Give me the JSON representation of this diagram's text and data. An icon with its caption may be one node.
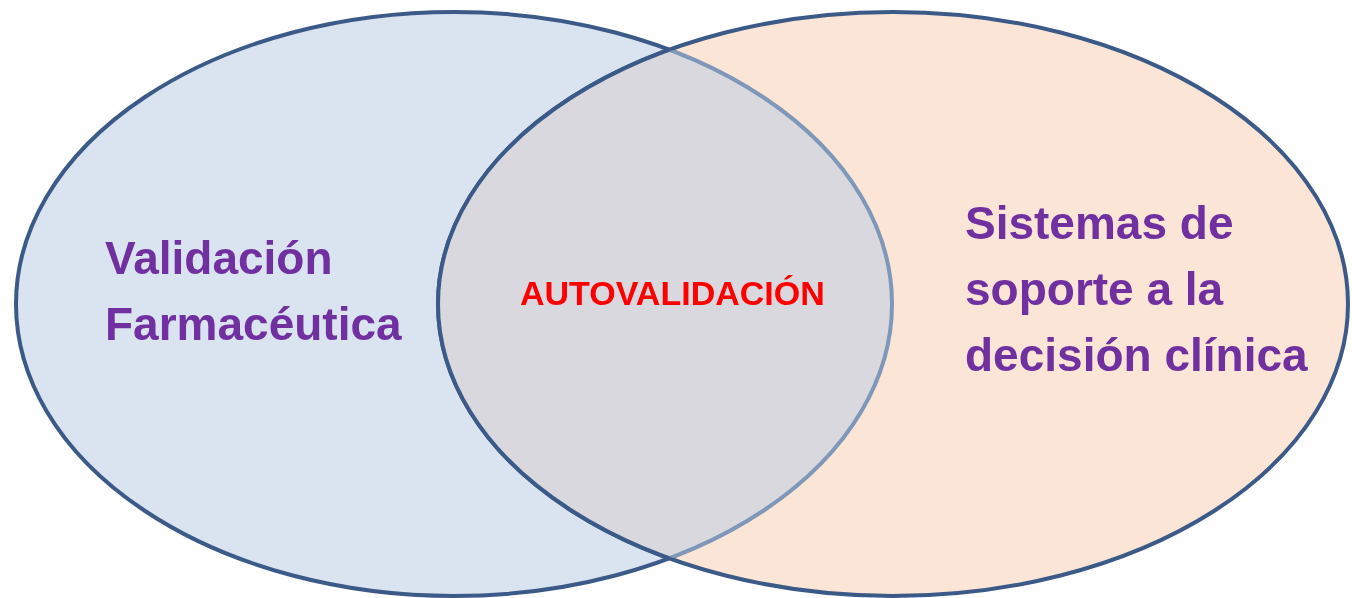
{
  "diagram": {
    "nodes": [
      {
        "text": [
          "Validación Farmacéutica"
        ]
      },
      {
        "text": [
          "Sistemas de soporte a la decisión clínica"
        ]
      }
    ],
    "labels": [
      "AUTOVALIDACIÓN"
    ]
  }
}
